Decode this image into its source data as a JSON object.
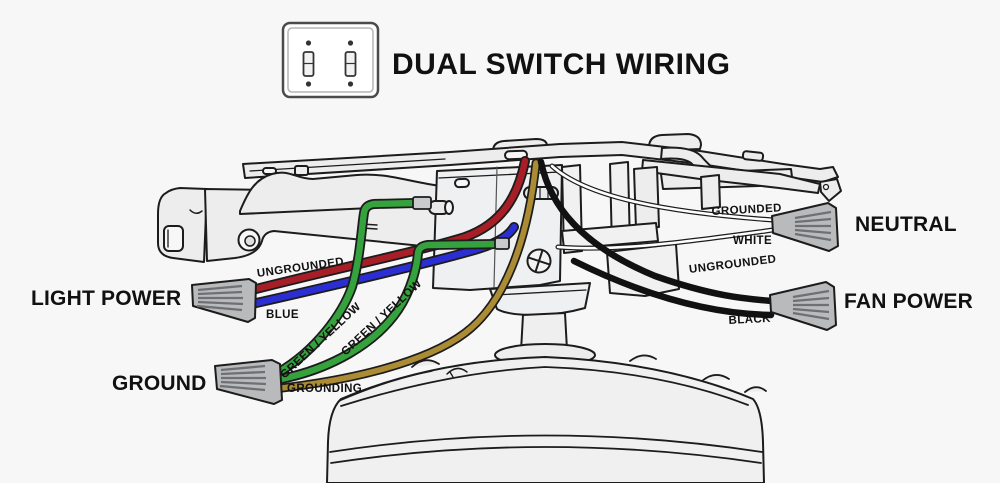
{
  "background_color": "#f7f7f7",
  "header": {
    "title": "DUAL SWITCH WIRING",
    "icon": "dual-toggle-switch-plate-icon"
  },
  "diagram": {
    "subject": "ceiling-fan-mounting-bracket-wiring",
    "outline_color": "#1c1c1c",
    "bracket_fill": "#ededee",
    "wire_nut_color": "#b9babc",
    "connectors": [
      {
        "id": "light-power",
        "label": "LIGHT POWER",
        "side": "left",
        "wires": [
          {
            "label": "UNGROUNDED",
            "color": "#a81e26"
          },
          {
            "label": "BLUE",
            "color": "#2b2fd3"
          }
        ]
      },
      {
        "id": "ground",
        "label": "GROUND",
        "side": "left",
        "wires": [
          {
            "label": "GREEN / YELLOW",
            "color": "#36a23e"
          },
          {
            "label": "GREEN / YELLOW",
            "color": "#36a23e"
          },
          {
            "label": "GROUNDING",
            "color": "#ab8b33"
          }
        ]
      },
      {
        "id": "neutral",
        "label": "NEUTRAL",
        "side": "right",
        "wires": [
          {
            "label": "GROUNDED",
            "color": "#ffffff"
          },
          {
            "label": "WHITE",
            "color": "#ffffff"
          }
        ]
      },
      {
        "id": "fan-power",
        "label": "FAN POWER",
        "side": "right",
        "wires": [
          {
            "label": "UNGROUNDED",
            "color": "#111111"
          },
          {
            "label": "BLACK",
            "color": "#111111"
          }
        ]
      }
    ]
  }
}
